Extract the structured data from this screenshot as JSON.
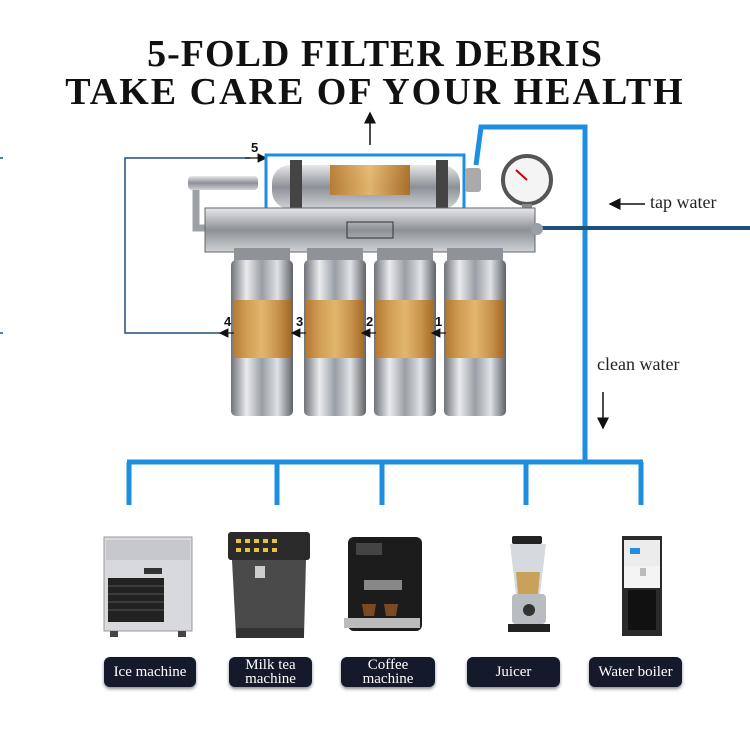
{
  "headline": {
    "line1": "5-FOLD FILTER DEBRIS",
    "line2": "TAKE CARE OF YOUR HEALTH"
  },
  "labels": {
    "tap_water": "tap water",
    "clean_water": "clean water"
  },
  "stage_numbers": [
    "1",
    "2",
    "3",
    "4",
    "5"
  ],
  "machines": [
    {
      "line1": "Ice machine",
      "line2": ""
    },
    {
      "line1": "Milk tea",
      "line2": "machine"
    },
    {
      "line1": "Coffee",
      "line2": "machine"
    },
    {
      "line1": "Juicer",
      "line2": ""
    },
    {
      "line1": "Water boiler",
      "line2": ""
    }
  ],
  "colors": {
    "pipe_blue": "#1e8fe0",
    "dark_pipe": "#1d4f7a",
    "pill_bg": "#14192b"
  }
}
